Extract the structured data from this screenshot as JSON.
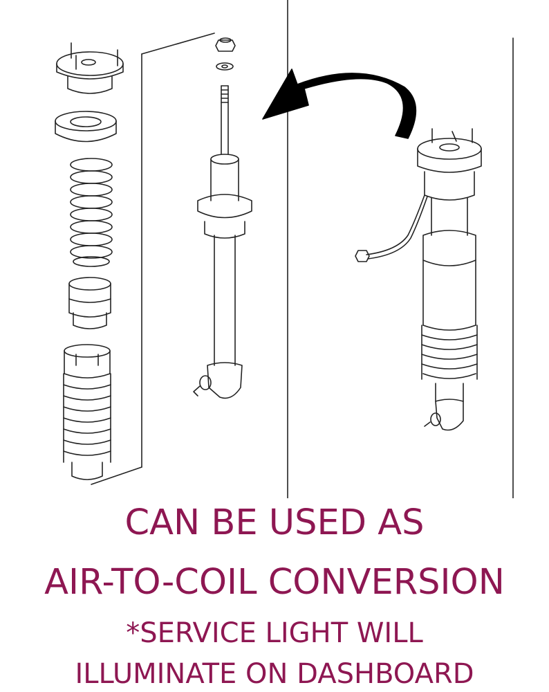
{
  "caption": {
    "line1": "CAN BE USED AS",
    "line2": "AIR-TO-COIL CONVERSION",
    "note_line1": "*SERVICE LIGHT WILL",
    "note_line2": "ILLUMINATE ON DASHBOARD",
    "color": "#8e1752"
  },
  "diagram": {
    "parts_left": [
      "strut-mount",
      "spring-seat",
      "coil-spring",
      "bump-stop",
      "dust-boot"
    ],
    "center_part": "shock-absorber",
    "right_part": "air-strut",
    "arrow": "curved-arrow-right-to-left",
    "line_color": "#222222"
  }
}
